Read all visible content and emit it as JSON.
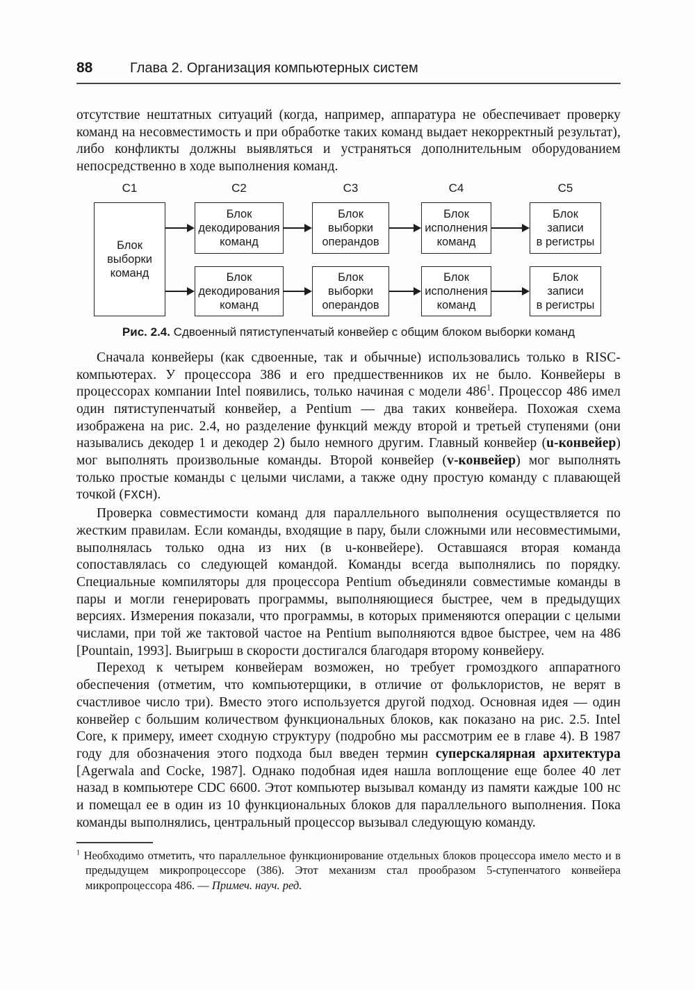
{
  "header": {
    "page_number": "88",
    "chapter_title": "Глава 2. Организация компьютерных систем"
  },
  "colors": {
    "ink": "#161616",
    "page_background": "#fdfdfc"
  },
  "intro_paragraphs": [
    {
      "indent": false,
      "segments": [
        {
          "style": "t",
          "text": "отсутствие нештатных ситуаций (когда, например, аппаратура не обеспечивает проверку команд на несовместимость и при обработке таких команд выдает некорректный результат), либо конфликты должны выявляться и устраняться дополнительным оборудованием непосредственно в ходе выполнения команд."
        }
      ]
    }
  ],
  "figure": {
    "stage_labels": [
      "C1",
      "C2",
      "C3",
      "C4",
      "C5"
    ],
    "fetch_box_lines": [
      "Блок",
      "выборки",
      "команд"
    ],
    "stage_box_lines": [
      [
        "Блок",
        "декодирования",
        "команд"
      ],
      [
        "Блок",
        "выборки",
        "операндов"
      ],
      [
        "Блок",
        "исполнения",
        "команд"
      ],
      [
        "Блок",
        "записи",
        "в регистры"
      ]
    ],
    "caption_label": "Рис. 2.4.",
    "caption_text": "Сдвоенный пятиступенчатый конвейер с общим блоком выборки команд"
  },
  "main_paragraphs": [
    {
      "indent": true,
      "segments": [
        {
          "style": "t",
          "text": "Сначала конвейеры (как сдвоенные, так и обычные) использовались только в RISC-компьютерах. У процессора 386 и его предшественников их не было. Конвейеры в процессорах компании Intel появились, только начиная с модели 486"
        },
        {
          "style": "sup",
          "text": "1"
        },
        {
          "style": "t",
          "text": ". Процессор 486 имел один пятиступенчатый конвейер, а Pentium — два таких конвейера. Похожая схема изображена на рис. 2.4, но разделение функций между второй и третьей ступенями (они назывались декодер 1 и декодер 2) было немного другим. Главный конвейер ("
        },
        {
          "style": "b",
          "text": "u-конвейер"
        },
        {
          "style": "t",
          "text": ") мог выполнять произвольные команды. Второй конвейер ("
        },
        {
          "style": "b",
          "text": "v-конвейер"
        },
        {
          "style": "t",
          "text": ") мог выполнять только простые команды с целыми числами, а также одну простую команду с плавающей точкой ("
        },
        {
          "style": "m",
          "text": "FXCH"
        },
        {
          "style": "t",
          "text": ")."
        }
      ]
    },
    {
      "indent": true,
      "segments": [
        {
          "style": "t",
          "text": "Проверка совместимости команд для параллельного выполнения осуществляется по жестким правилам. Если команды, входящие в пару, были сложными или несовместимыми, выполнялась только одна из них (в u-конвейере). Оставшаяся вторая команда сопоставлялась со следующей командой. Команды всегда выполнялись по порядку. Специальные компиляторы для процессора Pentium объединяли совместимые команды в пары и могли генерировать программы, выполняющиеся быстрее, чем в предыдущих версиях. Измерения показали, что программы, в которых применяются операции с целыми числами, при той же тактовой частое на Pentium выполняются вдвое быстрее, чем на 486 [Pountain, 1993]. Выигрыш в скорости достигался благодаря второму конвейеру."
        }
      ]
    },
    {
      "indent": true,
      "segments": [
        {
          "style": "t",
          "text": "Переход к четырем конвейерам возможен, но требует громоздкого аппаратного обеспечения (отметим, что компьютерщики, в отличие от фольклористов, не верят в счастливое число три). Вместо этого используется другой подход. Основная идея — один конвейер с большим количеством функциональных блоков, как показано на рис. 2.5. Intel Core, к примеру, имеет сходную структуру (подробно мы рассмотрим ее в главе 4). В 1987 году для обозначения этого подхода был введен термин "
        },
        {
          "style": "b",
          "text": "суперскалярная архитектура"
        },
        {
          "style": "t",
          "text": " [Agerwala and Cocke, 1987]. Однако подобная идея нашла воплощение еще более 40 лет назад в компьютере CDC 6600. Этот компьютер вызывал команду из памяти каждые 100 нс и помещал ее в один из 10 функциональных блоков для параллельного выполнения. Пока команды выполнялись, центральный процессор вызывал следующую команду."
        }
      ]
    }
  ],
  "footnote": {
    "marker": "1",
    "segments": [
      {
        "style": "t",
        "text": "Необходимо отметить, что параллельное функционирование отдельных блоков процессора имело место и в предыдущем микропроцессоре (386). Этот механизм стал прообразом 5-ступенчатого конвейера микропроцессора 486. — "
      },
      {
        "style": "i",
        "text": "Примеч. науч. ред."
      }
    ]
  }
}
